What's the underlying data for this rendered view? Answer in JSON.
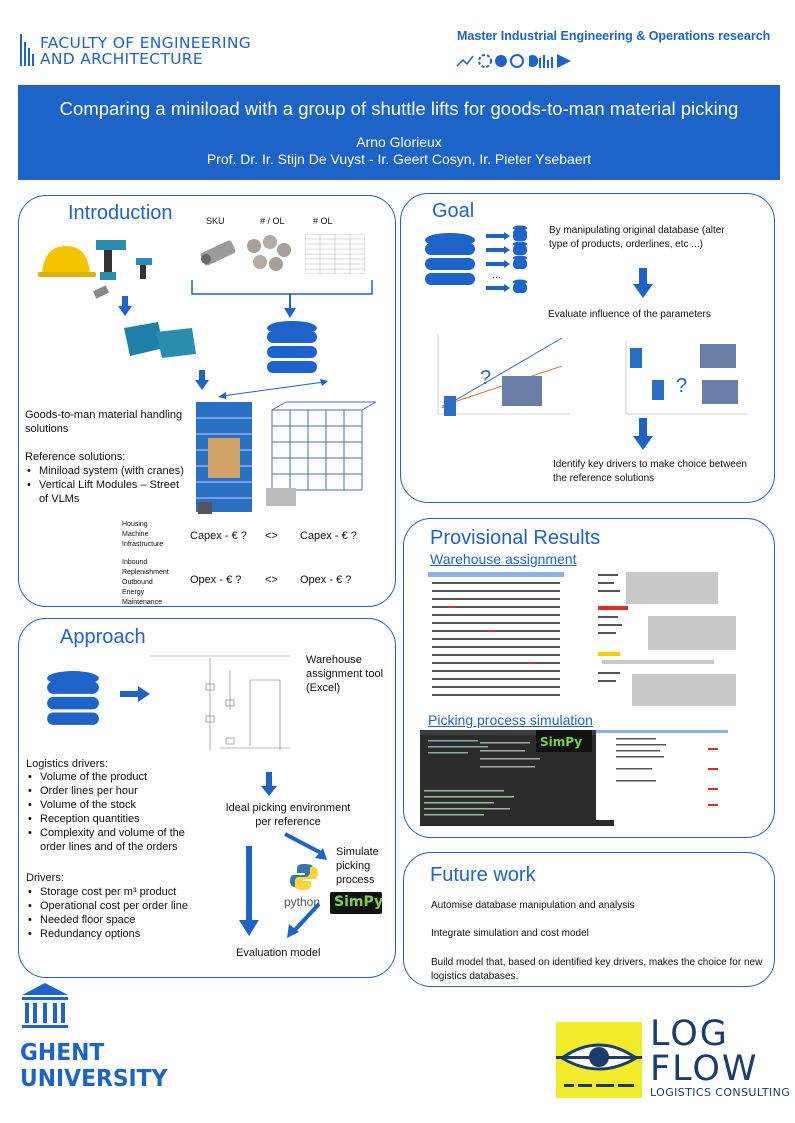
{
  "header": {
    "faculty_line1": "FACULTY OF ENGINEERING",
    "faculty_line2": "AND ARCHITECTURE",
    "master": "Master Industrial Engineering & Operations research"
  },
  "banner": {
    "title": "Comparing a miniload with a group of shuttle lifts for goods-to-man material picking",
    "author": "Arno Glorieux",
    "supervisors": "Prof. Dr. Ir. Stijn De Vuyst -  Ir. Geert Cosyn, Ir. Pieter Ysebaert"
  },
  "introduction": {
    "title": "Introduction",
    "col_sku": "SKU",
    "col_ol": "# / OL",
    "col_nol": "# OL",
    "gtm_text": "Goods-to-man material handling solutions",
    "ref_heading": "Reference solutions:",
    "ref_items": [
      "Miniload system (with cranes)",
      "Vertical Lift Modules – Street of VLMs"
    ],
    "capex_labels": [
      "Housing",
      "Machine",
      "Infrastructure"
    ],
    "opex_labels": [
      "Inbound",
      "Replenishment",
      "Outbound",
      "Energy",
      "Maintenance"
    ],
    "capex_left": "Capex - € ?",
    "capex_right": "Capex - € ?",
    "opex_left": "Opex - € ?",
    "opex_right": "Opex - € ?",
    "compare": "<>"
  },
  "goal": {
    "title": "Goal",
    "manipulate": "By manipulating original database (alter type of products, orderlines, etc ...)",
    "ellipsis": "...",
    "evaluate": "Evaluate influence of the parameters",
    "identify": "Identify key drivers to make choice between the reference solutions",
    "question": "?"
  },
  "approach": {
    "title": "Approach",
    "tool": "Warehouse assignment tool (Excel)",
    "logistics_heading": "Logistics drivers:",
    "logistics_items": [
      "Volume of the product",
      "Order lines per hour",
      "Volume of the stock",
      "Reception quantities",
      "Complexity and volume of the order lines and of the orders"
    ],
    "drivers_heading": "Drivers:",
    "drivers_items": [
      "Storage cost per m³ product",
      "Operational cost per order line",
      "Needed floor space",
      "Redundancy options"
    ],
    "ideal": "Ideal picking environment per reference",
    "simulate": "Simulate picking process",
    "python": "python",
    "simpy": "SimPy",
    "evaluation": "Evaluation model"
  },
  "results": {
    "title": "Provisional Results",
    "warehouse": "Warehouse assignment",
    "picking": "Picking process simulation"
  },
  "future": {
    "title": "Future work",
    "item1": "Automise database manipulation and analysis",
    "item2": "Integrate simulation and cost model",
    "item3": "Build model that, based on identified key drivers, makes the choice for new logistics databases."
  },
  "footer": {
    "ghent1": "GHENT",
    "ghent2": "UNIVERSITY",
    "log": "LOG",
    "flow": "FLOW",
    "consulting": "LOGISTICS CONSULTING"
  },
  "colors": {
    "brand": "#1e64c8",
    "accent": "#3d7bd6"
  }
}
